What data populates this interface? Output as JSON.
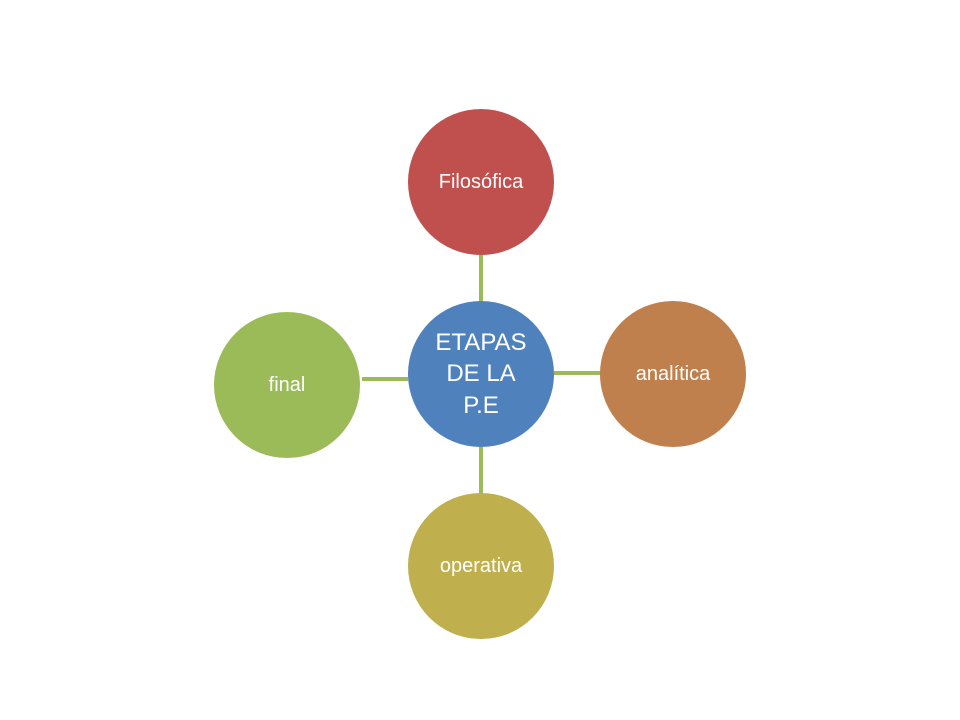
{
  "diagram": {
    "center": {
      "label": "ETAPAS DE LA P.E",
      "color": "#4f81bd"
    },
    "nodes": [
      {
        "key": "filosofica",
        "label": "Filosófica",
        "color": "#c0504d"
      },
      {
        "key": "analitica",
        "label": "analítica",
        "color": "#c0804d"
      },
      {
        "key": "operativa",
        "label": "operativa",
        "color": "#bfb04d"
      },
      {
        "key": "final",
        "label": "final",
        "color": "#9bbb59"
      }
    ],
    "connector_color": "#9bbb59"
  }
}
